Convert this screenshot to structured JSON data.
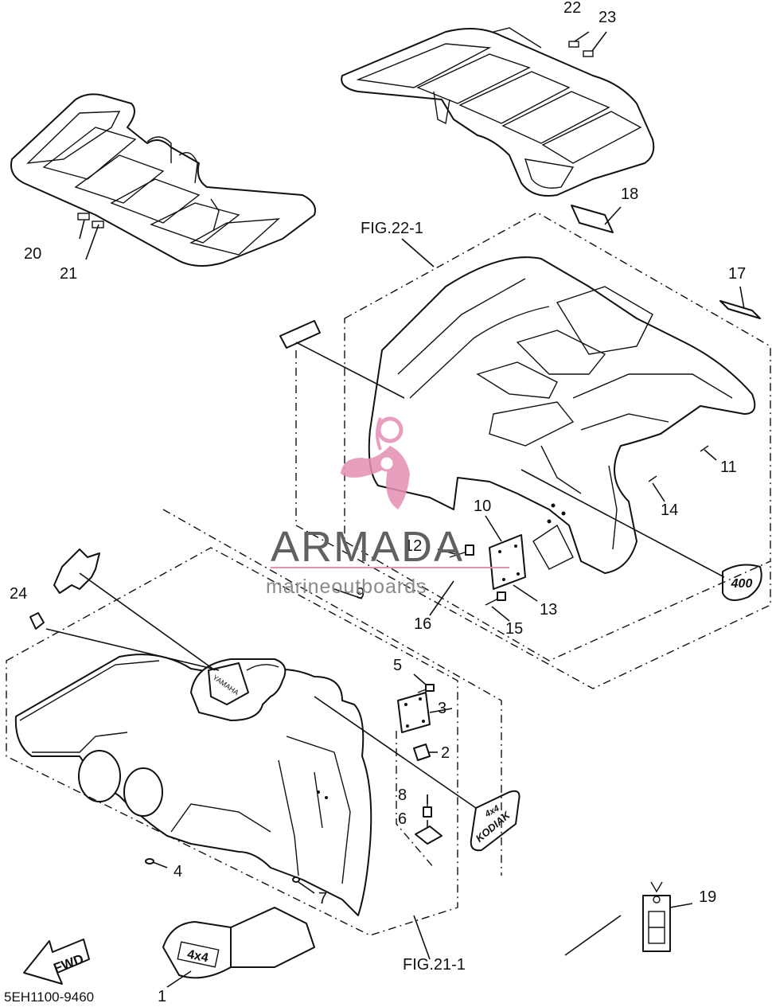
{
  "callouts": {
    "c1": "1",
    "c2": "2",
    "c3": "3",
    "c4": "4",
    "c5": "5",
    "c6": "6",
    "c7": "7",
    "c8": "8",
    "c9": "9",
    "c10": "10",
    "c11": "11",
    "c12": "12",
    "c13": "13",
    "c14": "14",
    "c15": "15",
    "c16": "16",
    "c17": "17",
    "c18": "18",
    "c19": "19",
    "c20": "20",
    "c21": "21",
    "c22": "22",
    "c23": "23",
    "c24": "24"
  },
  "figure_refs": {
    "upper": "FIG.22-1",
    "lower": "FIG.21-1"
  },
  "part_code": "5EH1100-9460",
  "emblems": {
    "fwd": "FWD",
    "rear_badge": "400",
    "front_badge": "4x4",
    "side_badge_top": "4x4",
    "side_badge_bottom": "KODIAK",
    "tank_label": "YAMAHA"
  },
  "watermark": {
    "brand": "ARMADA",
    "tagline": "marineoutboards",
    "brand_color": "#e58fb3"
  }
}
